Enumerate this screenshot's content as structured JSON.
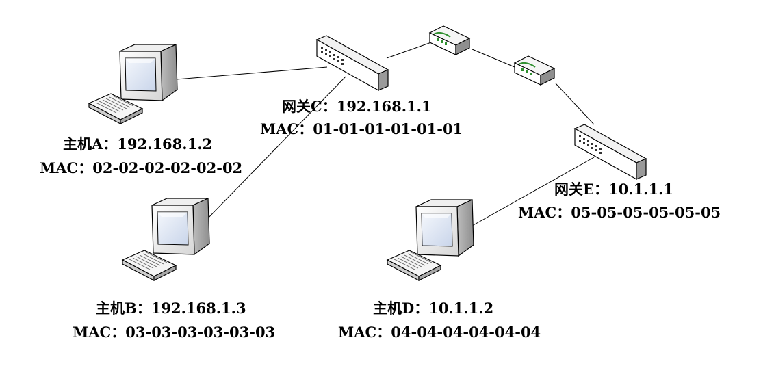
{
  "hosts": {
    "a": {
      "name": "主机A：192.168.1.2",
      "mac": "MAC：02-02-02-02-02-02"
    },
    "b": {
      "name": "主机B：192.168.1.3",
      "mac": "MAC：03-03-03-03-03-03"
    },
    "d": {
      "name": "主机D：10.1.1.2",
      "mac": "MAC：04-04-04-04-04-04"
    }
  },
  "gateways": {
    "c": {
      "name": "网关C：192.168.1.1",
      "mac": "MAC：01-01-01-01-01-01"
    },
    "e": {
      "name": "网关E：10.1.1.1",
      "mac": "MAC：05-05-05-05-05-05"
    }
  },
  "colors": {
    "line": "#000000",
    "device_fill": "#ffffff",
    "screen": "#e8eef8",
    "router_accent": "#2f8f2f"
  },
  "icons": {
    "host": "desktop-computer-icon",
    "gateway": "network-switch-icon",
    "router": "router-icon"
  }
}
